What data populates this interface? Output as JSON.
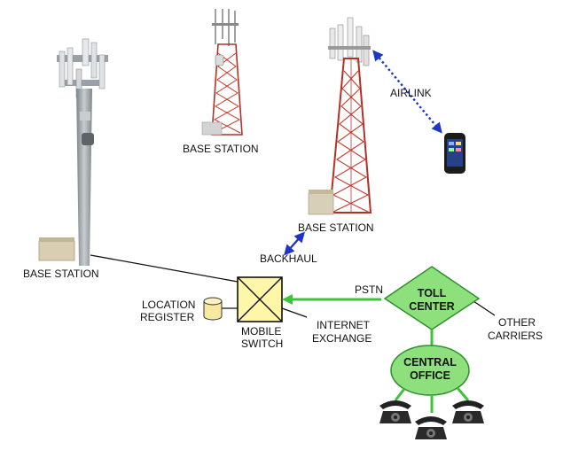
{
  "labels": {
    "base_station_left": "BASE STATION",
    "base_station_top": "BASE STATION",
    "base_station_right": "BASE STATION",
    "airlink": "AIRLINK",
    "backhaul": "BACKHAUL",
    "pstn": "PSTN",
    "location_register_line1": "LOCATION",
    "location_register_line2": "REGISTER",
    "mobile_switch_line1": "MOBILE",
    "mobile_switch_line2": "SWITCH",
    "internet_exchange_line1": "INTERNET",
    "internet_exchange_line2": "EXCHANGE",
    "toll_center_line1": "TOLL",
    "toll_center_line2": "CENTER",
    "other_carriers_line1": "OTHER",
    "other_carriers_line2": "CARRIERS",
    "central_office_line1": "CENTRAL",
    "central_office_line2": "OFFICE"
  },
  "icons": {
    "tower": "cell-tower-icon",
    "phone": "smartphone-icon",
    "telephone": "desk-telephone-icon",
    "database": "database-cylinder-icon"
  },
  "colors": {
    "green_link": "#3cc43c",
    "green_fill": "#8ee07c",
    "switch_fill": "#fff6a8",
    "blue_arrow": "#1f35c9",
    "db_fill": "#f7e9a0",
    "tower_red": "#c0392b",
    "pole_gray": "#9aa0a6"
  }
}
